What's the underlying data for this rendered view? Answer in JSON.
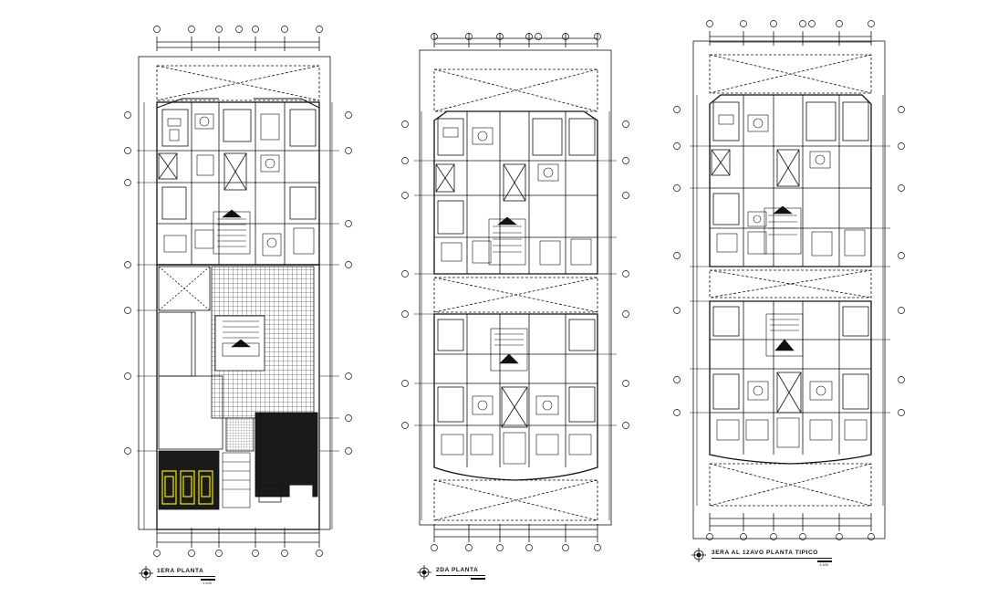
{
  "plans": [
    {
      "id": "plan-1",
      "title": "1ERA PLANTA",
      "scale": "1:100"
    },
    {
      "id": "plan-2",
      "title": "2DA PLANTA",
      "scale": ""
    },
    {
      "id": "plan-3",
      "title": "3ERA AL 12AVO PLANTA TIPICO",
      "scale": "1:100"
    }
  ],
  "colors": {
    "line": "#111111",
    "parking_highlight": "#f5e800",
    "background": "#ffffff",
    "solid_fill": "#1a1a1a"
  },
  "icons": [
    "north-arrow-icon",
    "grid-bubble-icon",
    "stair-icon",
    "furniture-icon"
  ]
}
